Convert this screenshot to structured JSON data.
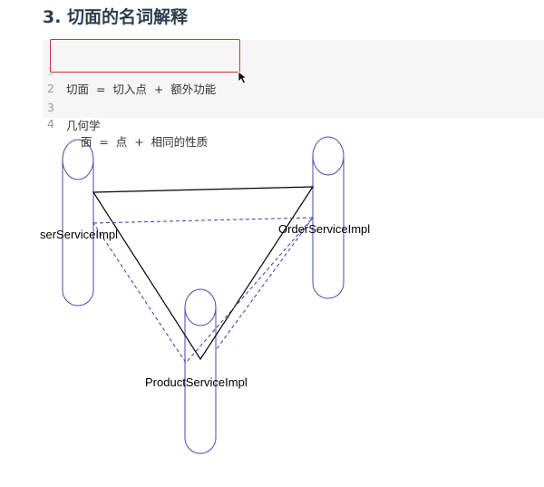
{
  "heading": "3. 切面的名词解释",
  "code": {
    "lines": [
      {
        "num": "1",
        "text": "切面  =  切入点  +  额外功能"
      },
      {
        "num": "2",
        "text": ""
      },
      {
        "num": "3",
        "text": "几何学"
      },
      {
        "num": "4",
        "text": "    面  =  点  +  相同的性质"
      }
    ]
  },
  "diagram": {
    "labels": {
      "user_service": "serServiceImpl",
      "order_service": "OrderServiceImpl",
      "product_service": "ProductServiceImpl"
    },
    "colors": {
      "cylinder_stroke": "#4a4aaa",
      "solid_triangle": "#000000",
      "dashed_triangle": "#3a3aaa"
    }
  }
}
